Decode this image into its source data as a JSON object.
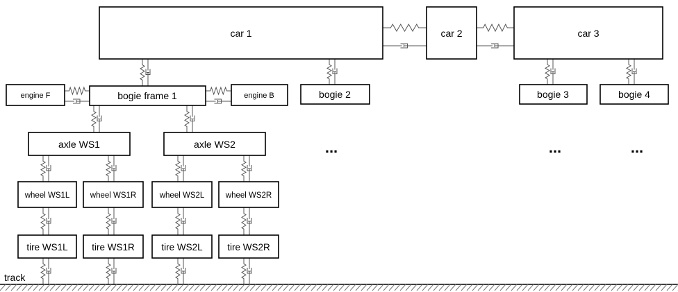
{
  "nodes": {
    "car1": "car 1",
    "car2": "car 2",
    "car3": "car 3",
    "engine_f": "engine F",
    "bogie_frame_1": "bogie frame 1",
    "engine_b": "engine B",
    "bogie2": "bogie 2",
    "bogie3": "bogie 3",
    "bogie4": "bogie 4",
    "axle_ws1": "axle WS1",
    "axle_ws2": "axle WS2",
    "wheel_ws1l": "wheel WS1L",
    "wheel_ws1r": "wheel WS1R",
    "wheel_ws2l": "wheel WS2L",
    "wheel_ws2r": "wheel WS2R",
    "tire_ws1l": "tire WS1L",
    "tire_ws1r": "tire WS1R",
    "tire_ws2l": "tire WS2L",
    "tire_ws2r": "tire WS2R"
  },
  "ellipsis": "...",
  "track_label": "track"
}
